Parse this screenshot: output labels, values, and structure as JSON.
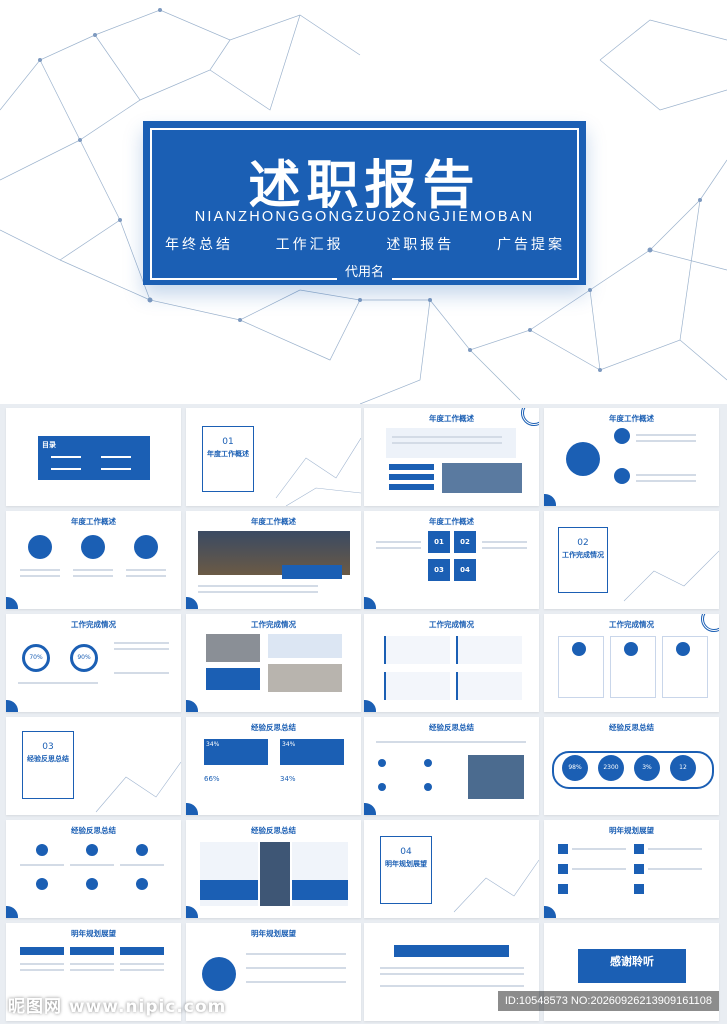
{
  "cover": {
    "title": "述职报告",
    "pinyin": "NIANZHONGGONGZUOZONGJIEMOBAN",
    "tags": [
      "年终总结",
      "工作汇报",
      "述职报告",
      "广告提案"
    ],
    "subtitle": "代用名"
  },
  "slides": [
    {
      "title": "目录",
      "kind": "toc"
    },
    {
      "title": "年度工作概述",
      "kind": "section",
      "number": "01"
    },
    {
      "title": "年度工作概述",
      "kind": "text-image"
    },
    {
      "title": "年度工作概述",
      "kind": "circles"
    },
    {
      "title": "年度工作概述",
      "kind": "icons3"
    },
    {
      "title": "年度工作概述",
      "kind": "photo"
    },
    {
      "title": "年度工作概述",
      "kind": "numbers4",
      "labels": [
        "01",
        "02",
        "03",
        "04"
      ]
    },
    {
      "title": "工作完成情况",
      "kind": "section",
      "number": "02"
    },
    {
      "title": "工作完成情况",
      "kind": "donuts",
      "values": [
        "70%",
        "90%"
      ]
    },
    {
      "title": "工作完成情况",
      "kind": "photos"
    },
    {
      "title": "工作完成情况",
      "kind": "cards4"
    },
    {
      "title": "工作完成情况",
      "kind": "cards3"
    },
    {
      "title": "经验反思总结",
      "kind": "section",
      "number": "03"
    },
    {
      "title": "经验反思总结",
      "kind": "percent",
      "values": [
        "34%",
        "34%",
        "66%",
        "34%"
      ]
    },
    {
      "title": "经验反思总结",
      "kind": "list-photo"
    },
    {
      "title": "经验反思总结",
      "kind": "flow",
      "values": [
        "98%",
        "2300",
        "3%",
        "12"
      ]
    },
    {
      "title": "经验反思总结",
      "kind": "icons6"
    },
    {
      "title": "经验反思总结",
      "kind": "laptop"
    },
    {
      "title": "明年规划展望",
      "kind": "section",
      "number": "04"
    },
    {
      "title": "明年规划展望",
      "kind": "steps"
    },
    {
      "title": "明年规划展望",
      "kind": "columns3"
    },
    {
      "title": "明年规划展望",
      "kind": "center-circle"
    },
    {
      "title": "",
      "kind": "text-block"
    },
    {
      "title": "感谢聆听",
      "kind": "end"
    }
  ],
  "watermark": {
    "left": "昵图网 www.nipic.com",
    "right": "ID:10548573 NO:20260926213909161108"
  },
  "colors": {
    "accent": "#1b5fb4",
    "light": "#c9d6ea"
  }
}
